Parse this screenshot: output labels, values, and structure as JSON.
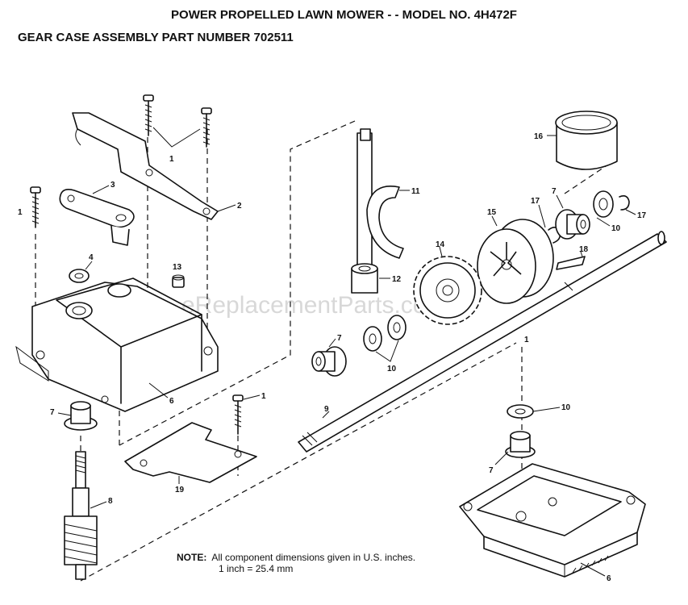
{
  "title": "POWER PROPELLED LAWN MOWER - - MODEL NO. 4H472F",
  "subtitle": "GEAR CASE ASSEMBLY PART NUMBER 702511",
  "watermark": "eReplacementParts.com",
  "note": {
    "label": "NOTE:",
    "line1": "All component dimensions given in U.S. inches.",
    "line2": "1 inch = 25.4 mm"
  },
  "callouts": {
    "screw_top": "1",
    "bracket": "2",
    "arm": "3",
    "washer_4": "4",
    "screw_left": "1",
    "plug": "13",
    "housing_top": "6",
    "bushing_left": "7",
    "worm_shaft": "8",
    "plate": "19",
    "screw_mid": "1",
    "shift_fork": "11",
    "collar": "12",
    "cup": "16",
    "pin_17a": "17",
    "bearing_7_top": "7",
    "washer_10_top": "10",
    "ring_17b": "17",
    "clutch_pulley": "15",
    "key": "18",
    "gear": "14",
    "bearing_7_mid": "7",
    "washers_10_mid": "10",
    "axle": "9",
    "screw_right": "1",
    "washer_10_bottom": "10",
    "bearing_7_bottom": "7",
    "housing_bottom": "6"
  },
  "colors": {
    "ink": "#111111",
    "paper": "#ffffff",
    "watermark": "#d8d8d8"
  }
}
